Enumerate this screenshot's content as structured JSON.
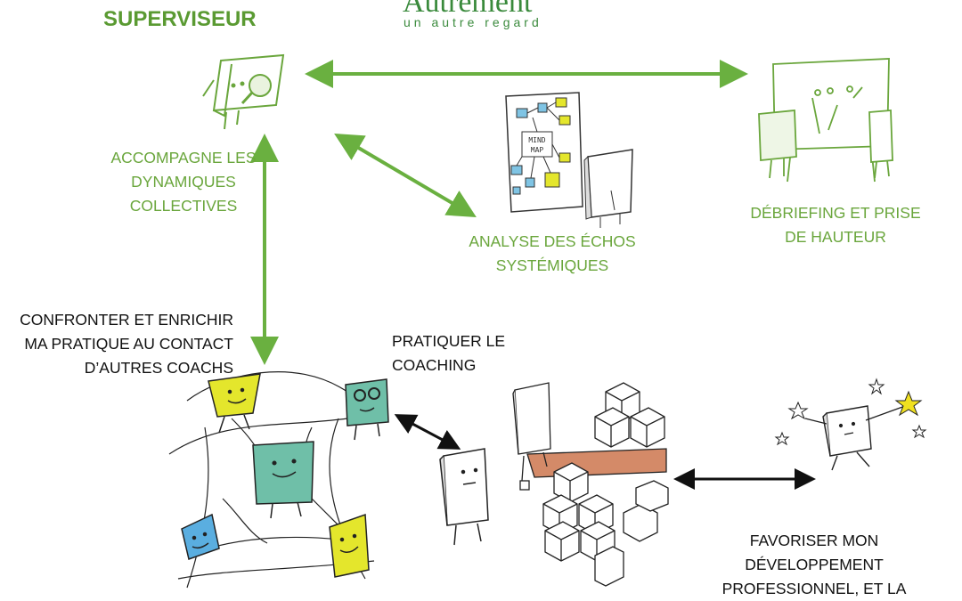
{
  "header": {
    "role_title": "SUPERVISEUR",
    "brand_name": "Autrement",
    "brand_tagline": "un autre regard"
  },
  "labels": {
    "accompagne": "ACCOMPAGNE LES DYNAMIQUES COLLECTIVES",
    "debriefing": "DÉBRIEFING ET PRISE DE HAUTEUR",
    "analyse": "ANALYSE DES ÉCHOS SYSTÉMIQUES",
    "confronter": "CONFRONTER ET ENRICHIR MA PRATIQUE AU CONTACT D’AUTRES COACHS",
    "pratiquer": "PRATIQUER LE COACHING",
    "favoriser": "FAVORISER MON DÉVELOPPEMENT PROFESSIONNEL, ET LA"
  },
  "mindmap_text": "MIND MAP",
  "colors": {
    "green_text": "#6aa63c",
    "green_title": "#5a9a32",
    "arrow_green": "#6ab040",
    "yellow": "#e4e62c",
    "teal": "#6fbfa8",
    "blue": "#5aaee0",
    "copper": "#d48a68",
    "star": "#f0e020"
  },
  "icons": [
    "magnifier-card-icon",
    "mindmap-board-icon",
    "whiteboard-icon",
    "star-icon"
  ]
}
